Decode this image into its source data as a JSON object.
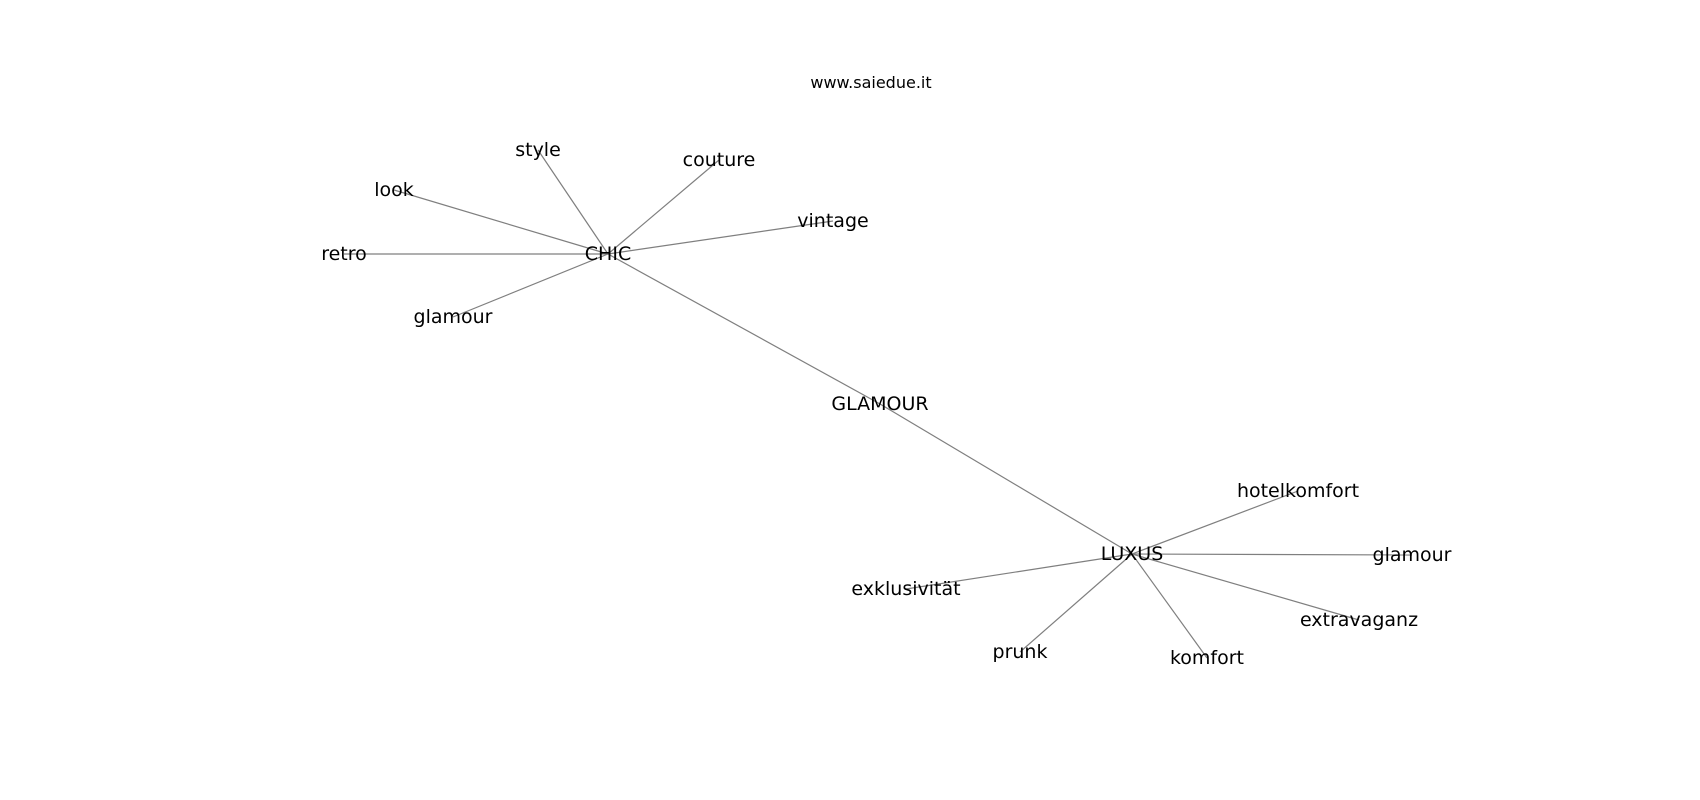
{
  "watermark": "www.saiedue.it",
  "graph": {
    "nodes": [
      {
        "id": "glamour_root",
        "label": "GLAMOUR"
      },
      {
        "id": "chic",
        "label": "CHIC"
      },
      {
        "id": "luxus",
        "label": "LUXUS"
      },
      {
        "id": "style",
        "label": "style"
      },
      {
        "id": "couture",
        "label": "couture"
      },
      {
        "id": "look",
        "label": "look"
      },
      {
        "id": "vintage",
        "label": "vintage"
      },
      {
        "id": "retro",
        "label": "retro"
      },
      {
        "id": "glamour_chic",
        "label": "glamour"
      },
      {
        "id": "hotelkomfort",
        "label": "hotelkomfort"
      },
      {
        "id": "glamour_luxus",
        "label": "glamour"
      },
      {
        "id": "exklusivitaet",
        "label": "exklusivität"
      },
      {
        "id": "extravaganz",
        "label": "extravaganz"
      },
      {
        "id": "prunk",
        "label": "prunk"
      },
      {
        "id": "komfort",
        "label": "komfort"
      }
    ],
    "edges": [
      [
        "glamour_root",
        "chic"
      ],
      [
        "glamour_root",
        "luxus"
      ],
      [
        "chic",
        "style"
      ],
      [
        "chic",
        "couture"
      ],
      [
        "chic",
        "look"
      ],
      [
        "chic",
        "vintage"
      ],
      [
        "chic",
        "retro"
      ],
      [
        "chic",
        "glamour_chic"
      ],
      [
        "luxus",
        "hotelkomfort"
      ],
      [
        "luxus",
        "glamour_luxus"
      ],
      [
        "luxus",
        "exklusivitaet"
      ],
      [
        "luxus",
        "extravaganz"
      ],
      [
        "luxus",
        "prunk"
      ],
      [
        "luxus",
        "komfort"
      ]
    ]
  }
}
